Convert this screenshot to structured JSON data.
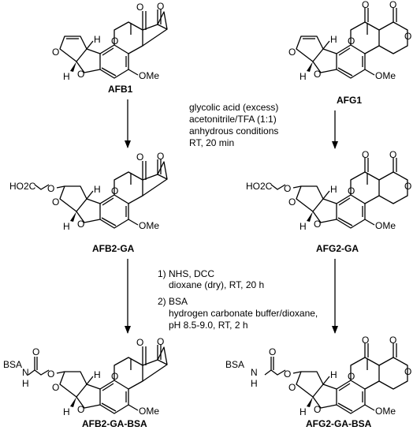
{
  "compounds": {
    "afb1": {
      "label": "AFB1"
    },
    "afg1": {
      "label": "AFG1"
    },
    "afb2ga": {
      "label": "AFB2-GA",
      "chain": "HO2C"
    },
    "afg2ga": {
      "label": "AFG2-GA",
      "chain": "HO2C"
    },
    "afb2gabsa": {
      "label": "AFB2-GA-BSA",
      "chain": "BSA",
      "nh": "N",
      "h": "H"
    },
    "afg2gabsa": {
      "label": "AFG2-GA-BSA",
      "chain": "BSA",
      "nh": "N",
      "h": "H"
    }
  },
  "atoms": {
    "o": "O",
    "h": "H",
    "ome": "OMe"
  },
  "step1": [
    "glycolic acid (excess)",
    "acetonitrile/TFA (1:1)",
    "anhydrous conditions",
    "RT, 20 min"
  ],
  "step2": [
    "1) NHS, DCC",
    "dioxane (dry), RT, 20 h",
    "2) BSA",
    "hydrogen carbonate buffer/dioxane,",
    "pH 8.5-9.0, RT, 2 h"
  ]
}
